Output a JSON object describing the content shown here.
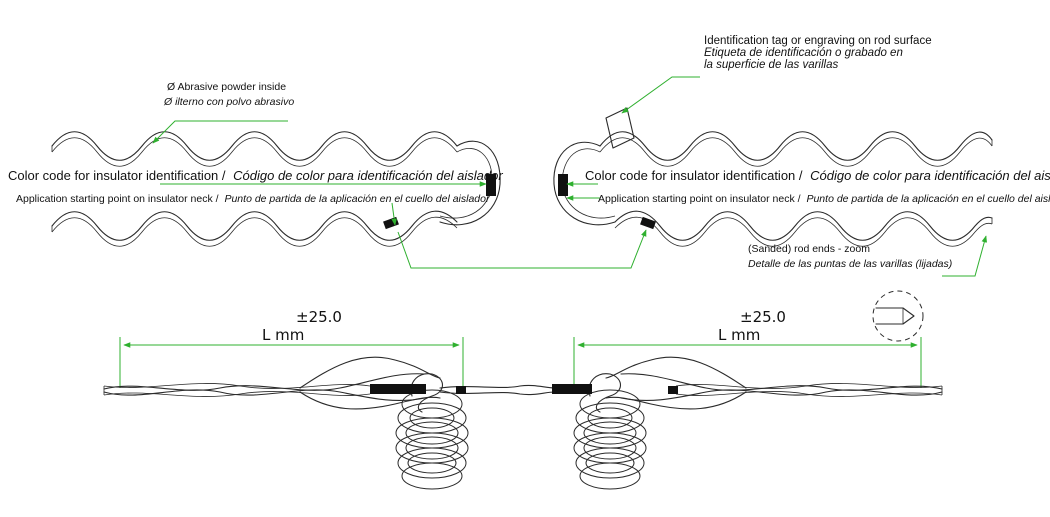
{
  "abrasive": {
    "en": "Ø Abrasive powder inside",
    "es": "Ø ilterno con polvo abrasivo"
  },
  "tag": {
    "en": "Identification tag or engraving on rod surface",
    "es_line1": "Etiqueta de identificación o grabado en",
    "es_line2": "la superficie de las varillas"
  },
  "color_code_left": {
    "en": "Color code for insulator identification /",
    "es": "Código de color para identificación del aislador"
  },
  "color_code_right": {
    "en": "Color code for insulator identification /",
    "es": "Código de color para identificación del aislador"
  },
  "start_left": {
    "en": "Application starting point on insulator neck /",
    "es": "Punto de partida de la aplicación en el cuello del aislador"
  },
  "start_right": {
    "en": "Application starting point on insulator neck /",
    "es": "Punto de partida de la aplicación en el cuello del aislador"
  },
  "rod_ends": {
    "en": "(Sanded) rod ends - zoom",
    "es": "Detalle de las puntas de las varillas (lijadas)"
  },
  "dimensions": {
    "left_tol": "±25.0",
    "left_len": "L  mm",
    "right_tol": "±25.0",
    "right_len": "L  mm"
  },
  "colors": {
    "leader": "#2fb02f",
    "line": "#2b2b2b",
    "band": "#111111"
  }
}
